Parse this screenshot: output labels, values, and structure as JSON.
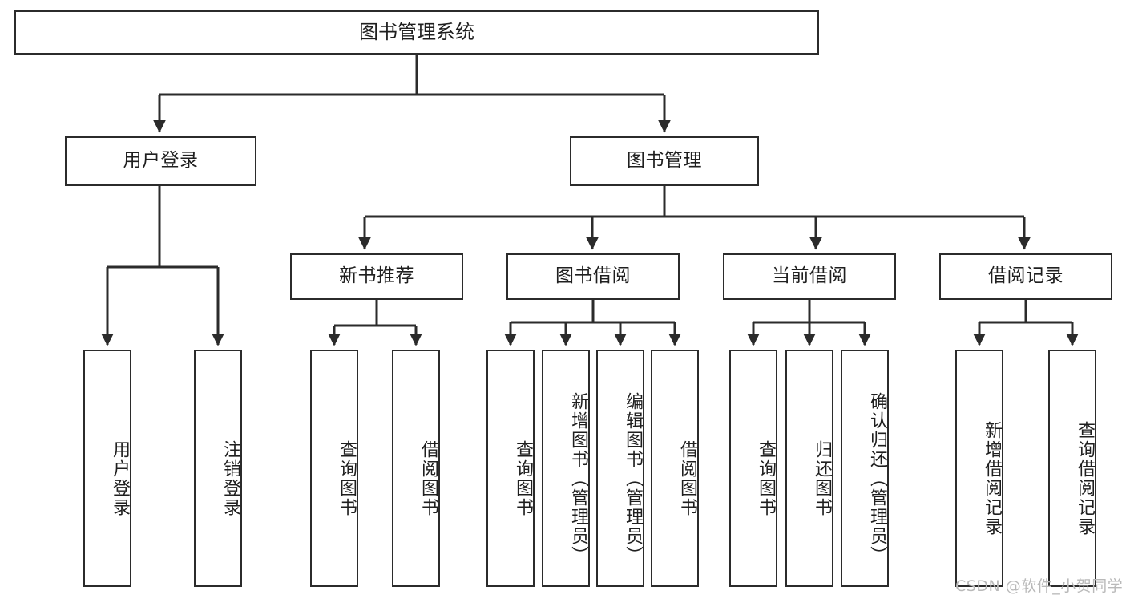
{
  "diagram": {
    "title": "图书管理系统",
    "type": "tree-hierarchy-chart",
    "watermark": "CSDN @软件_小贺同学",
    "colors": {
      "stroke": "#2b2b2b",
      "fill": "#ffffff",
      "text": "#1f1f1f",
      "watermark": "#b9b9b9"
    }
  },
  "nodes": {
    "root": {
      "label": "图书管理系统",
      "level": 1
    },
    "l2": [
      {
        "id": "user-login",
        "label": "用户登录",
        "level": 2
      },
      {
        "id": "book-manage",
        "label": "图书管理",
        "level": 2
      }
    ],
    "l3": [
      {
        "id": "new-book-recommend",
        "label": "新书推荐",
        "level": 3,
        "parent": "book-manage"
      },
      {
        "id": "book-borrow",
        "label": "图书借阅",
        "level": 3,
        "parent": "book-manage"
      },
      {
        "id": "current-borrow",
        "label": "当前借阅",
        "level": 3,
        "parent": "book-manage"
      },
      {
        "id": "borrow-record",
        "label": "借阅记录",
        "level": 3,
        "parent": "book-manage"
      }
    ],
    "leaves": {
      "user-login": [
        {
          "id": "leaf-user-login",
          "label": "用户登录"
        },
        {
          "id": "leaf-user-logout",
          "label": "注销登录"
        }
      ],
      "new-book-recommend": [
        {
          "id": "leaf-query-book-1",
          "label": "查询图书"
        },
        {
          "id": "leaf-borrow-book-1",
          "label": "借阅图书"
        }
      ],
      "book-borrow": [
        {
          "id": "leaf-query-book-2",
          "label": "查询图书"
        },
        {
          "id": "leaf-add-book",
          "label": "新增图书（管理员）"
        },
        {
          "id": "leaf-edit-book",
          "label": "编辑图书（管理员）"
        },
        {
          "id": "leaf-borrow-book-2",
          "label": "借阅图书"
        }
      ],
      "current-borrow": [
        {
          "id": "leaf-query-book-3",
          "label": "查询图书"
        },
        {
          "id": "leaf-return-book",
          "label": "归还图书"
        },
        {
          "id": "leaf-confirm-return",
          "label": "确认归还（管理员）"
        }
      ],
      "borrow-record": [
        {
          "id": "leaf-add-record",
          "label": "新增借阅记录"
        },
        {
          "id": "leaf-query-record",
          "label": "查询借阅记录"
        }
      ]
    }
  }
}
